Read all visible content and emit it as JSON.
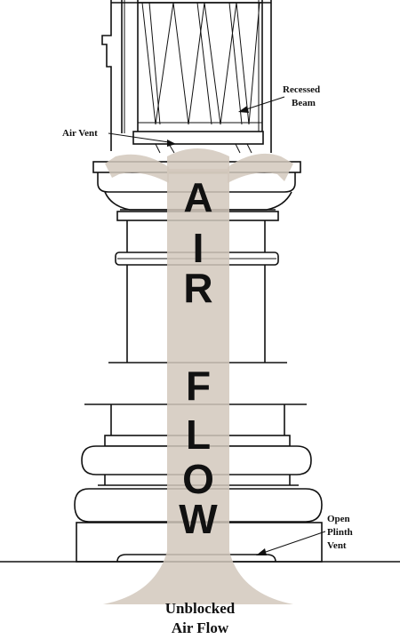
{
  "labels": {
    "recessed_beam": [
      "Recessed",
      "Beam"
    ],
    "air_vent": "Air Vent",
    "plinth_vent": [
      "Open",
      "Plinth",
      "Vent"
    ],
    "caption": [
      "Unblocked",
      "Air Flow"
    ]
  },
  "airflow_letters": [
    "A",
    "I",
    "R",
    "F",
    "L",
    "O",
    "W"
  ],
  "colors": {
    "airflow": "#d2c8bc",
    "line": "#111111",
    "background": "#ffffff"
  }
}
